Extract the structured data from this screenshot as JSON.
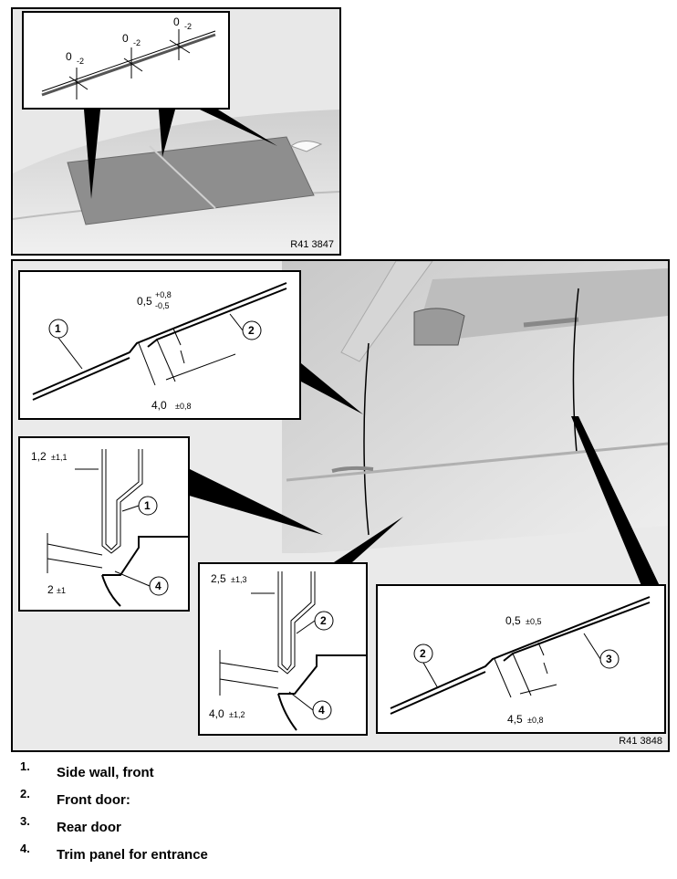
{
  "figure_top": {
    "ref_code": "R41 3847",
    "dimensions": [
      {
        "value": "0",
        "tolerance": "-2"
      },
      {
        "value": "0",
        "tolerance": "-2"
      },
      {
        "value": "0",
        "tolerance": "-2"
      }
    ]
  },
  "figure_main": {
    "ref_code": "R41 3848",
    "detail_a": {
      "gap": {
        "value": "0,5",
        "tol_upper": "+0,8",
        "tol_lower": "-0,5"
      },
      "flush": {
        "value": "4,0",
        "tolerance": "±0,8"
      },
      "callouts": [
        "1",
        "2"
      ]
    },
    "detail_b": {
      "gap": {
        "value": "1,2",
        "tolerance": "±1,1"
      },
      "height": {
        "value": "2",
        "tolerance": "±1"
      },
      "callouts": [
        "1",
        "4"
      ]
    },
    "detail_c": {
      "gap": {
        "value": "2,5",
        "tolerance": "±1,3"
      },
      "height": {
        "value": "4,0",
        "tolerance": "±1,2"
      },
      "callouts": [
        "2",
        "4"
      ]
    },
    "detail_d": {
      "gap": {
        "value": "0,5",
        "tolerance": "±0,5"
      },
      "flush": {
        "value": "4,5",
        "tolerance": "±0,8"
      },
      "callouts": [
        "2",
        "3"
      ]
    }
  },
  "legend": [
    {
      "num": "1.",
      "text": "Side wall, front"
    },
    {
      "num": "2.",
      "text": "Front door:"
    },
    {
      "num": "3.",
      "text": "Rear door"
    },
    {
      "num": "4.",
      "text": "Trim panel for entrance"
    }
  ]
}
